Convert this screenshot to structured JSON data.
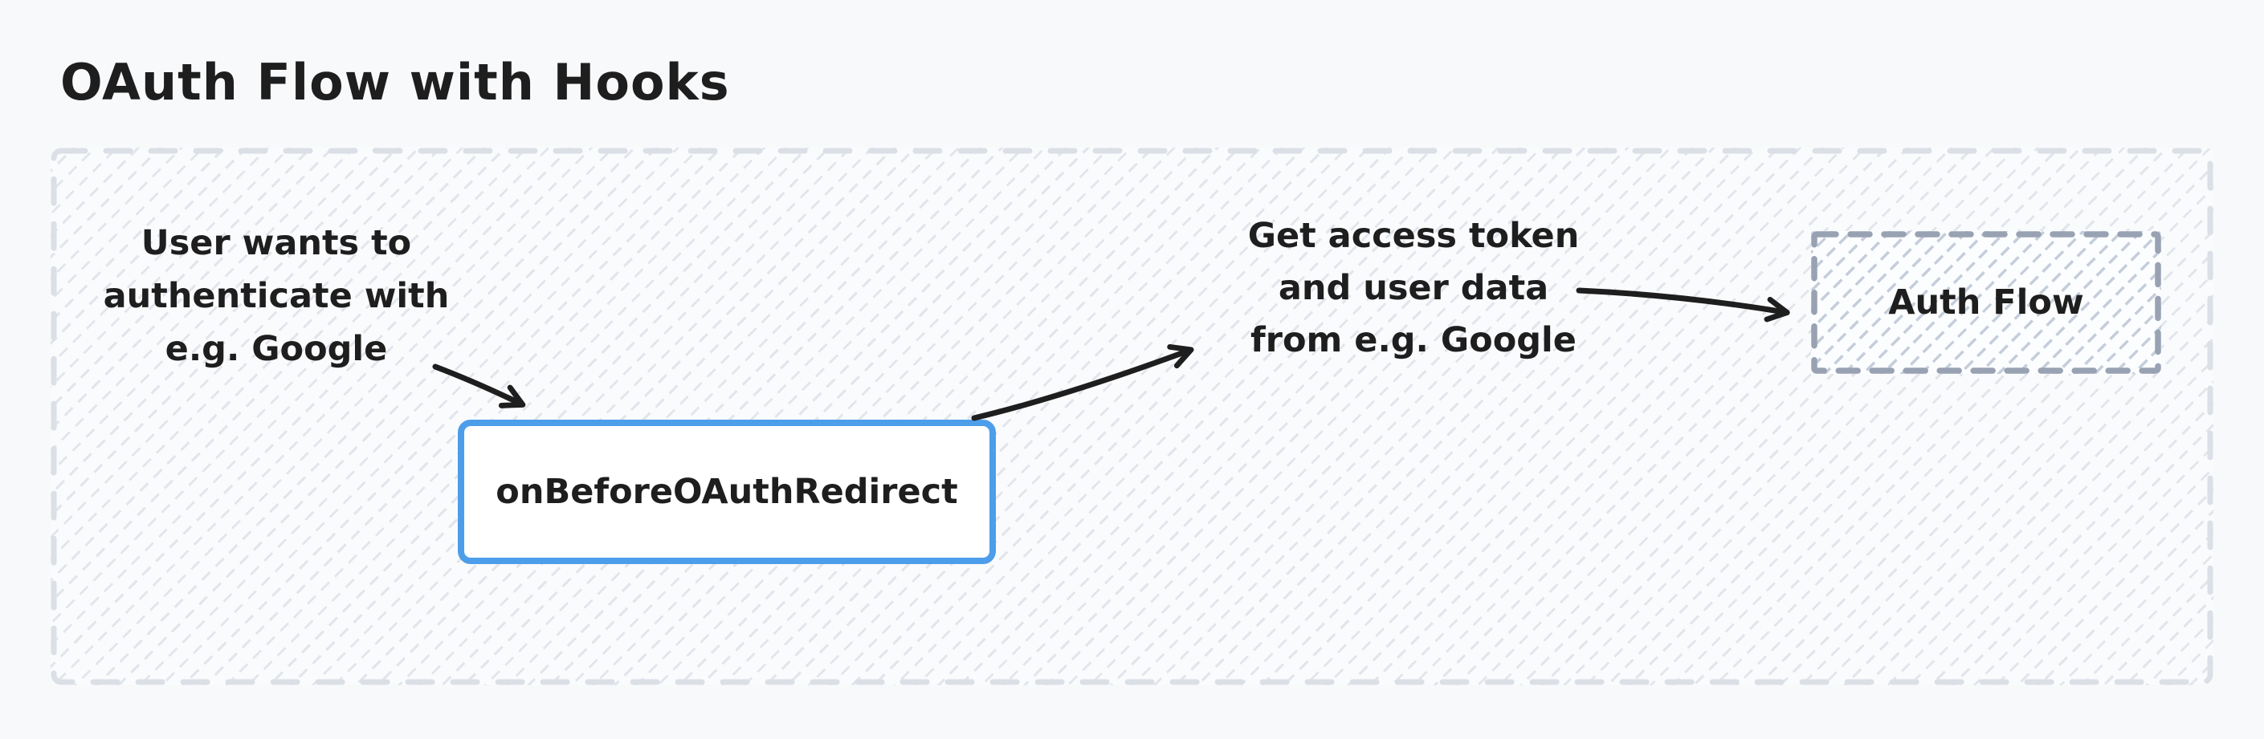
{
  "title": "OAuth Flow with Hooks",
  "colors": {
    "canvas_background": "#f8f9fb",
    "text": "#1e1e1e",
    "hook_node_border": "#4d9eea",
    "hook_node_fill": "#ffffff",
    "frame_dashed_border": "#dbdfe6",
    "frame_hatch": "#e2e5ec",
    "auth_node_dashed_border": "#98a2b3",
    "auth_node_hatch": "#c5cedb",
    "arrow": "#1e1e1e"
  },
  "diagram": {
    "labels": {
      "user_intent": "User wants to\nauthenticate with\ne.g. Google",
      "get_token": "Get access token\nand user data\nfrom e.g. Google"
    },
    "nodes": {
      "hook": "onBeforeOAuthRedirect",
      "auth_flow": "Auth Flow"
    },
    "edges": [
      {
        "name": "user-intent-to-hook",
        "from": "user_intent",
        "to": "hook"
      },
      {
        "name": "hook-to-get-token",
        "from": "hook",
        "to": "get_token"
      },
      {
        "name": "get-token-to-auth-flow",
        "from": "get_token",
        "to": "auth_flow"
      }
    ]
  }
}
